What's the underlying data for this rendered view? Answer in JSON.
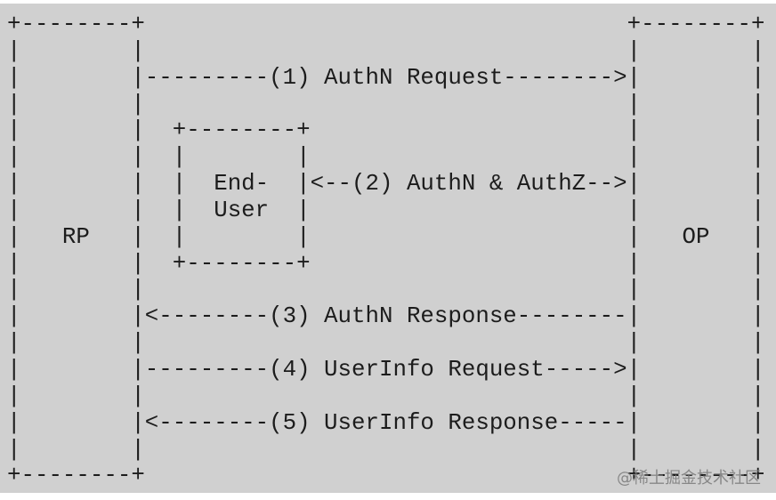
{
  "diagram": {
    "type": "ascii-sequence-diagram",
    "background_color": "#d0d0d0",
    "text_color": "#1c1c1c",
    "entities": [
      "RP",
      "End-User",
      "OP"
    ],
    "flow_steps": [
      "(1) AuthN Request",
      "(2) AuthN & AuthZ",
      "(3) AuthN Response",
      "(4) UserInfo Request",
      "(5) UserInfo Response"
    ],
    "lines": [
      "+--------+                                   +--------+",
      "|        |                                   |        |",
      "|        |---------(1) AuthN Request-------->|        |",
      "|        |                                   |        |",
      "|        |  +--------+                       |        |",
      "|        |  |        |                       |        |",
      "|        |  |  End-  |<--(2) AuthN & AuthZ-->|        |",
      "|        |  |  User  |                       |        |",
      "|   RP   |  |        |                       |   OP   |",
      "|        |  +--------+                       |        |",
      "|        |                                   |        |",
      "|        |<--------(3) AuthN Response--------|        |",
      "|        |                                   |        |",
      "|        |---------(4) UserInfo Request----->|        |",
      "|        |                                   |        |",
      "|        |<--------(5) UserInfo Response-----|        |",
      "|        |                                   |        |",
      "+--------+                                   +--------+"
    ]
  },
  "watermark": {
    "text": "@稀土掘金技术社区",
    "color": "#7e7e7e"
  }
}
